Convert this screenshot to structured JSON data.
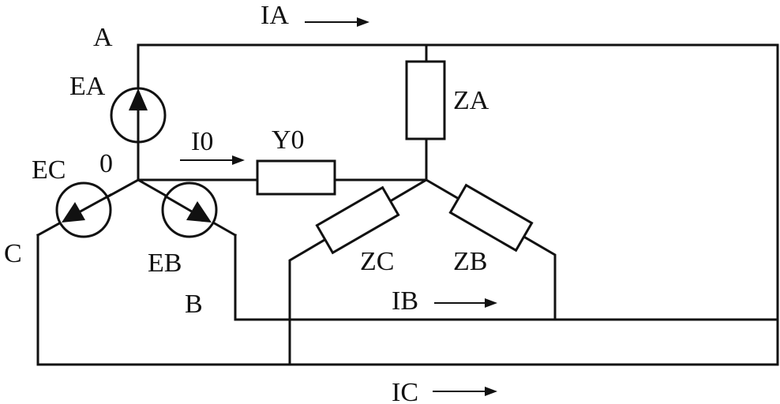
{
  "nodes": {
    "a": "A",
    "b": "B",
    "c": "C",
    "neutral": "0"
  },
  "sources": {
    "ea": "EA",
    "eb": "EB",
    "ec": "EC"
  },
  "loads": {
    "za": "ZA",
    "zb": "ZB",
    "zc": "ZC",
    "y0": "Y0"
  },
  "currents": {
    "ia": "IA",
    "ib": "IB",
    "ic": "IC",
    "i0": "I0"
  }
}
